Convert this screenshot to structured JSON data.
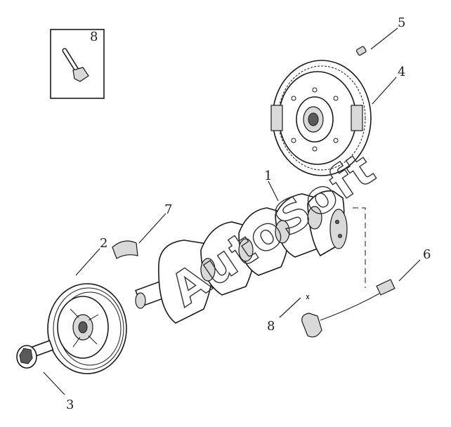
{
  "callouts": {
    "c1": "1",
    "c2": "2",
    "c3": "3",
    "c4": "4",
    "c5": "5",
    "c6": "6",
    "c7": "7",
    "c8_box": "8",
    "c8_sensor": "8"
  },
  "watermark": "AutoSoft",
  "colors": {
    "ink": "#1a1a1a",
    "shade": "#d9d9d9",
    "paper": "#ffffff"
  }
}
